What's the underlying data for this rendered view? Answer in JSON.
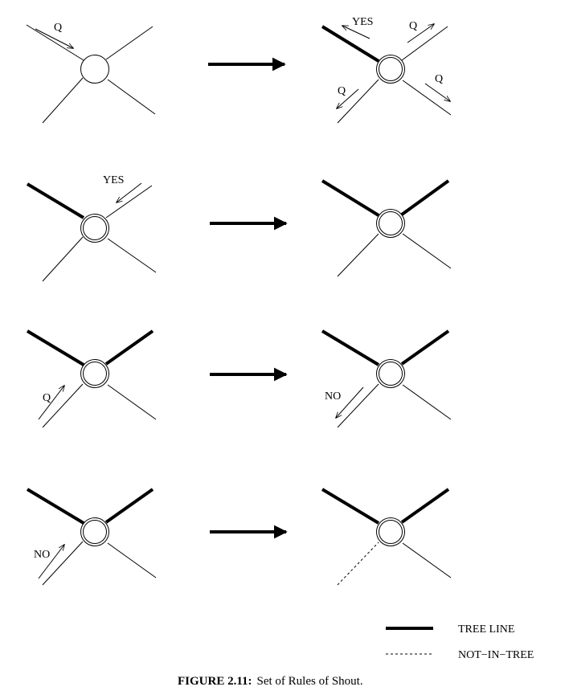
{
  "labels": {
    "q": "Q",
    "yes": "YES",
    "no": "NO"
  },
  "legend": {
    "tree_line": "TREE LINE",
    "not_in_tree": "NOT−IN−TREE"
  },
  "caption": {
    "number": "FIGURE 2.11:",
    "text": "Set of Rules of Shout."
  }
}
